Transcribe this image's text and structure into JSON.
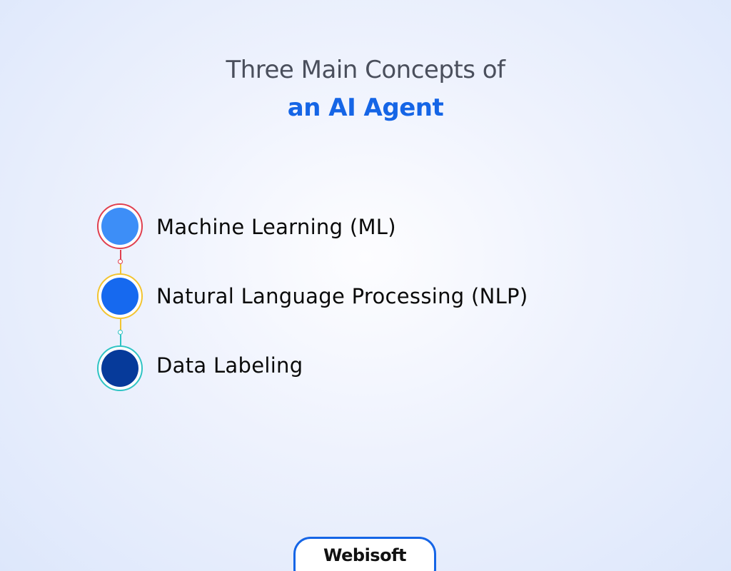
{
  "title": {
    "line1": "Three Main Concepts of",
    "line2": "an AI Agent",
    "line2_color": "#1565e6"
  },
  "concepts": [
    {
      "label": "Machine Learning (ML)",
      "ring_color": "#e0404f",
      "dot_color": "#3d8ef7"
    },
    {
      "label": "Natural Language Processing (NLP)",
      "ring_color": "#f2c431",
      "dot_color": "#1669ef"
    },
    {
      "label": "Data Labeling",
      "ring_color": "#2fc4c4",
      "dot_color": "#063a9a"
    }
  ],
  "connector_colors": [
    "#e0404f",
    "#f2c431",
    "#2fc4c4"
  ],
  "logo": {
    "text": "Webisoft",
    "border_color": "#1565e6"
  }
}
